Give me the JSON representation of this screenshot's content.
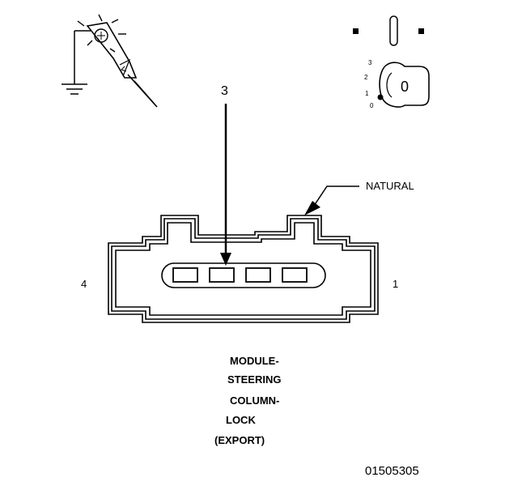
{
  "labels": {
    "pin_callout": "3",
    "left_pin": "4",
    "right_pin": "1",
    "connector_color": "NATURAL",
    "ignition_key_display": "0",
    "ignition_positions": [
      "3",
      "2",
      "1",
      "0"
    ]
  },
  "caption": {
    "line1": "MODULE-",
    "line2": "STEERING",
    "line3": "COLUMN-",
    "line4": "LOCK",
    "line5": "(EXPORT)"
  },
  "figure_number": "01505305",
  "icons": {
    "test_light": "test-light-probe-icon",
    "ground": "ground-symbol-icon",
    "ignition": "ignition-switch-icon"
  }
}
